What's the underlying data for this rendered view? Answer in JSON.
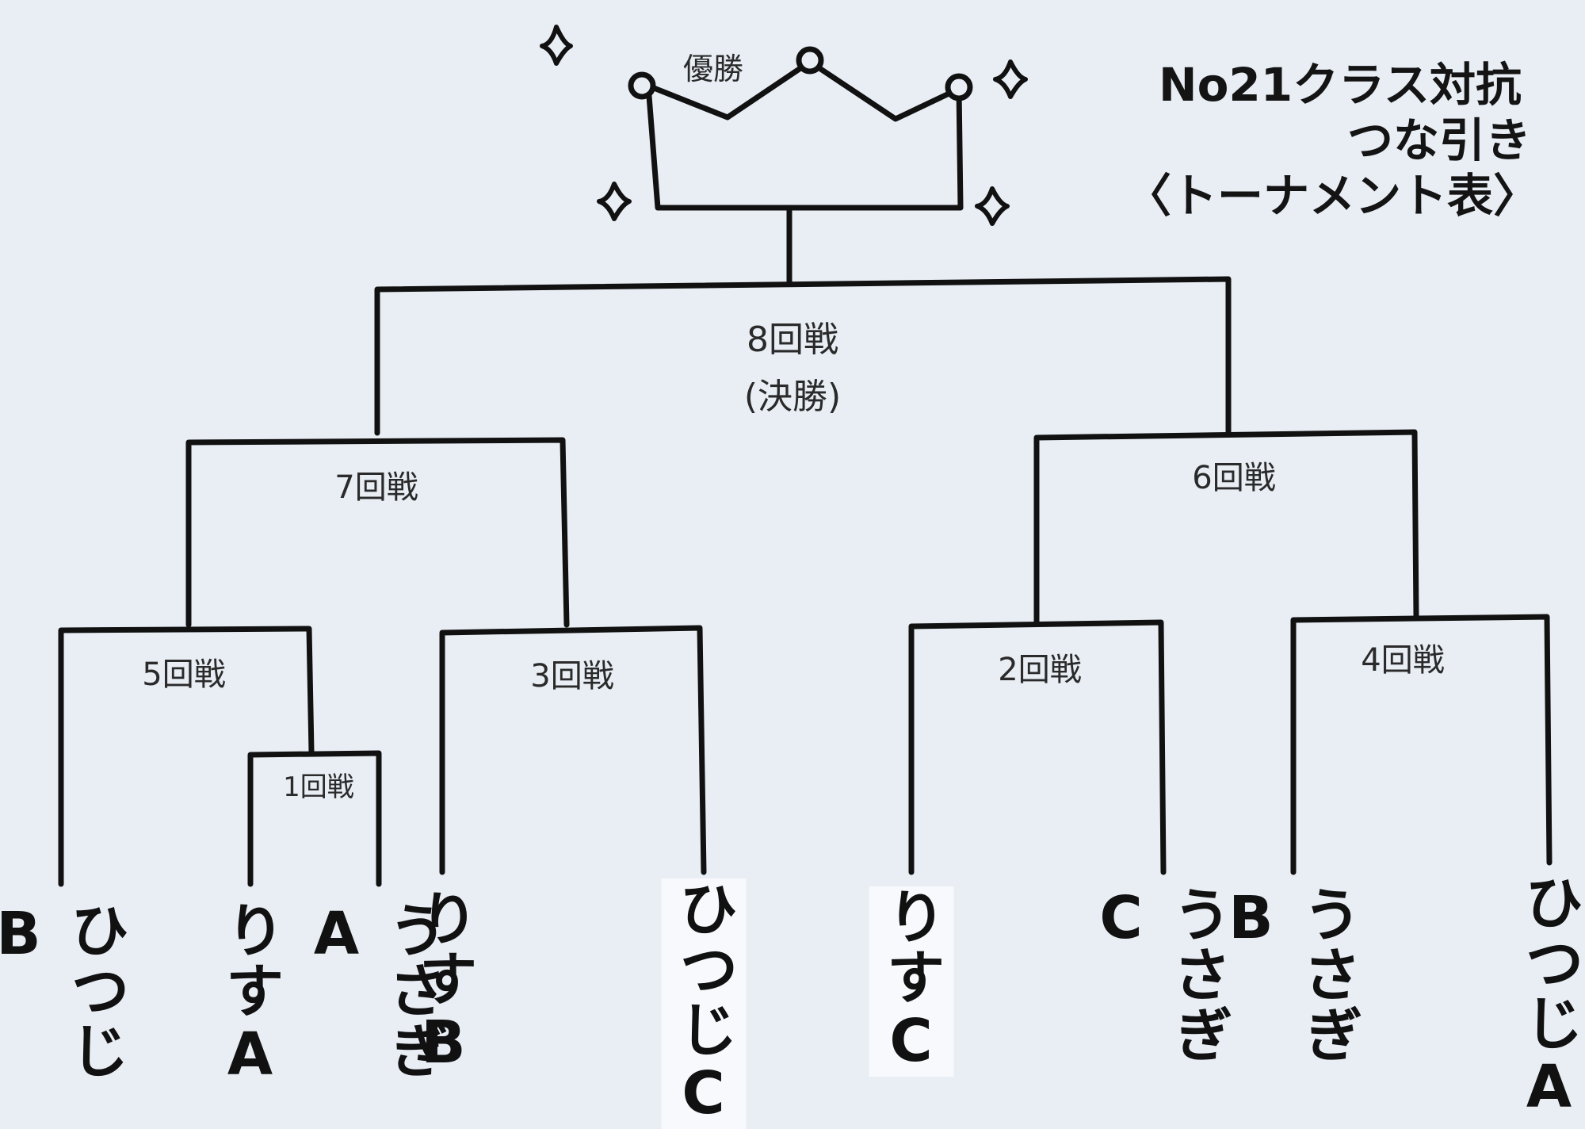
{
  "title": {
    "line1": "No21クラス対抗",
    "line2": "つな引き",
    "line3": "〈トーナメント表〉"
  },
  "champion_label": "優勝",
  "rounds": {
    "r1": "1回戦",
    "r2": "2回戦",
    "r3": "3回戦",
    "r4": "4回戦",
    "r5": "5回戦",
    "r6": "6回戦",
    "r7": "7回戦",
    "r8": "8回戦",
    "final": "(決勝)"
  },
  "teams": [
    "ひつじB",
    "りすA",
    "うさぎA",
    "りすB",
    "ひつじC",
    "りすC",
    "うさぎC",
    "うさぎB",
    "ひつじA"
  ],
  "colors": {
    "ink": "#111111",
    "paper": "#e9eef5"
  }
}
